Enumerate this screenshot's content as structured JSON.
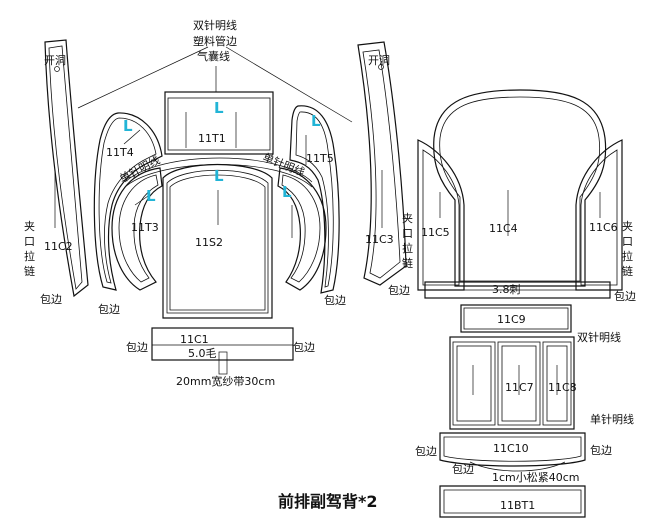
{
  "annotations": {
    "top1": "双针明线",
    "top2": "塑料管边",
    "top3": "气囊线",
    "open_hole": "开洞",
    "single_stitch": "单针明线",
    "zipper_vert": [
      "夹",
      "口",
      "拉",
      "链"
    ],
    "binding": "包边",
    "gauze_band": "20mm宽纱带30cm",
    "fur": "5.0毛",
    "glue_38": "3.8刺",
    "double_stitch": "双针明线",
    "single_stitch2": "单针明线",
    "elastic": "1cm小松紧40cm"
  },
  "pieces": {
    "c2": "11C2",
    "t4": "11T4",
    "t1": "11T1",
    "t5": "11T5",
    "c3": "11C3",
    "t3": "11T3",
    "s2": "11S2",
    "c1": "11C1",
    "c5": "11C5",
    "c4": "11C4",
    "c6": "11C6",
    "c9": "11C9",
    "c7": "11C7",
    "c8": "11C8",
    "c10": "11C10",
    "bt1": "11BT1"
  },
  "marks": {
    "L": "L"
  },
  "title": "前排副驾背*2"
}
